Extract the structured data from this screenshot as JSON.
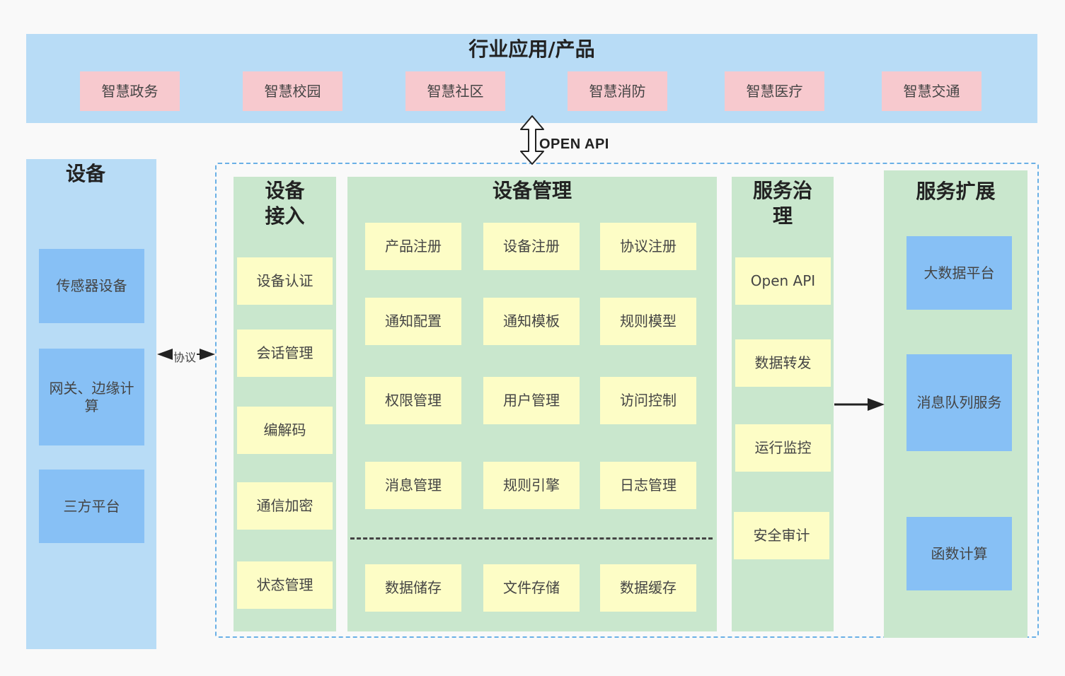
{
  "top": {
    "title": "行业应用/产品",
    "apps": [
      "智慧政务",
      "智慧校园",
      "智慧社区",
      "智慧消防",
      "智慧医疗",
      "智慧交通"
    ]
  },
  "api_label": "OPEN API",
  "devices": {
    "title": "设备",
    "items": [
      "传感器设备",
      "网关、边缘计算",
      "三方平台"
    ]
  },
  "protocol_label": "协议",
  "access": {
    "title": "设备接入",
    "items": [
      "设备认证",
      "会话管理",
      "编解码",
      "通信加密",
      "状态管理"
    ]
  },
  "management": {
    "title": "设备管理",
    "rows": [
      [
        "产品注册",
        "设备注册",
        "协议注册"
      ],
      [
        "通知配置",
        "通知模板",
        "规则模型"
      ],
      [
        "权限管理",
        "用户管理",
        "访问控制"
      ],
      [
        "消息管理",
        "规则引擎",
        "日志管理"
      ]
    ],
    "storage": [
      "数据储存",
      "文件存储",
      "数据缓存"
    ]
  },
  "governance": {
    "title": "服务治理",
    "items": [
      "Open API",
      "数据转发",
      "运行监控",
      "安全审计"
    ]
  },
  "extension": {
    "title": "服务扩展",
    "items": [
      "大数据平台",
      "消息队列服务",
      "函数计算"
    ]
  },
  "colors": {
    "blue_band": "#b8dcf6",
    "blue_box": "#87c0f5",
    "pink_box": "#f7c9ce",
    "green_panel": "#c9e7cd",
    "yellow_box": "#fdfdc6",
    "dashed_border": "#6ab0e6"
  }
}
